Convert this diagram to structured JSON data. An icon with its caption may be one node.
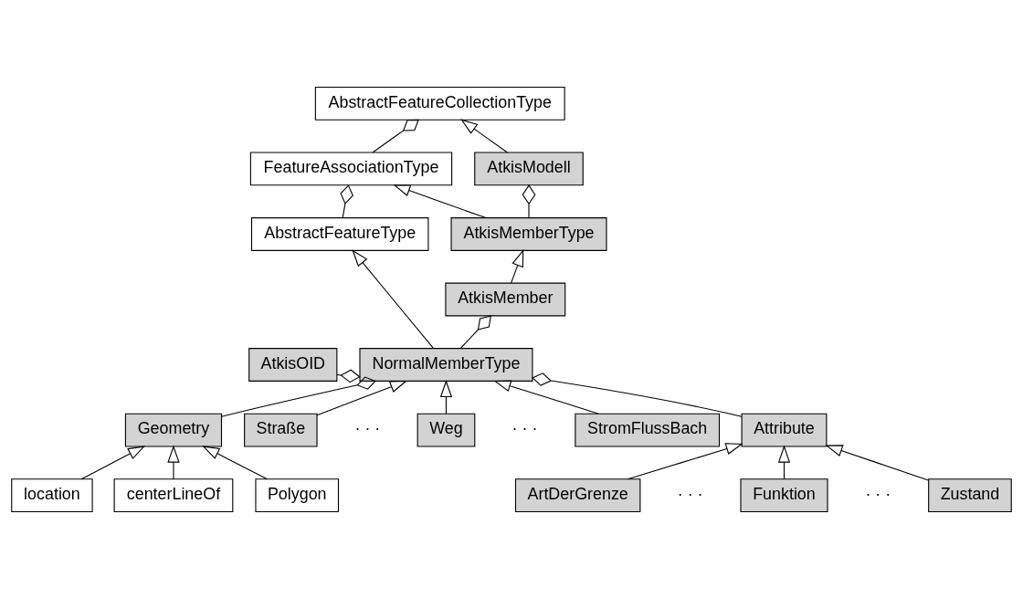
{
  "diagram": {
    "nodes": [
      {
        "text": [
          "AbstractFeatureCollectionType"
        ]
      },
      {
        "text": [
          "FeatureAssociationType"
        ]
      },
      {
        "text": [
          "AtkisModell"
        ]
      },
      {
        "text": [
          "AbstractFeatureType"
        ]
      },
      {
        "text": [
          "AtkisMemberType"
        ]
      },
      {
        "text": [
          "AtkisMember"
        ]
      },
      {
        "text": [
          "Geometry"
        ]
      },
      {
        "text": [
          "location"
        ]
      },
      {
        "text": [
          "centerLineOf"
        ]
      },
      {
        "text": [
          "Polygon"
        ]
      },
      {
        "text": [
          "AtkisOID"
        ]
      },
      {
        "text": [
          "NormalMemberType"
        ]
      },
      {
        "text": [
          "Straße"
        ]
      },
      {
        "text": [
          "Weg"
        ]
      },
      {
        "text": [
          "StromFlussBach"
        ]
      },
      {
        "text": [
          "Attribute"
        ]
      },
      {
        "text": [
          "ArtDerGrenze"
        ]
      },
      {
        "text": [
          "Funktion"
        ]
      },
      {
        "text": [
          "Zustand"
        ]
      }
    ],
    "edges": [
      {
        "from": 1,
        "to": 0,
        "arrow": "other"
      },
      {
        "from": 2,
        "to": 0,
        "arrow": "to"
      },
      {
        "from": 3,
        "to": 1,
        "arrow": "other"
      },
      {
        "from": 4,
        "to": 1,
        "arrow": "to"
      },
      {
        "from": 4,
        "to": 2,
        "arrow": "other"
      },
      {
        "from": 11,
        "to": 3,
        "arrow": "to"
      },
      {
        "from": 5,
        "to": 4,
        "arrow": "to"
      },
      {
        "from": 11,
        "to": 5,
        "arrow": "other"
      },
      {
        "from": 7,
        "to": 6,
        "arrow": "to"
      },
      {
        "from": 8,
        "to": 6,
        "arrow": "to"
      },
      {
        "from": 9,
        "to": 6,
        "arrow": "to"
      },
      {
        "from": 10,
        "to": 11,
        "arrow": "other"
      },
      {
        "from": 6,
        "to": 11,
        "arrow": "other"
      },
      {
        "from": 15,
        "to": 11,
        "arrow": "other"
      },
      {
        "from": 12,
        "to": 11,
        "arrow": "to"
      },
      {
        "from": 13,
        "to": 11,
        "arrow": "to"
      },
      {
        "from": 14,
        "to": 11,
        "arrow": "to"
      },
      {
        "from": 16,
        "to": 15,
        "arrow": "to"
      },
      {
        "from": 17,
        "to": 15,
        "arrow": "to"
      },
      {
        "from": 18,
        "to": 15,
        "arrow": "to"
      }
    ],
    "labels": [
      "· · ·",
      "· · ·",
      "· · ·",
      "· · ·"
    ]
  }
}
